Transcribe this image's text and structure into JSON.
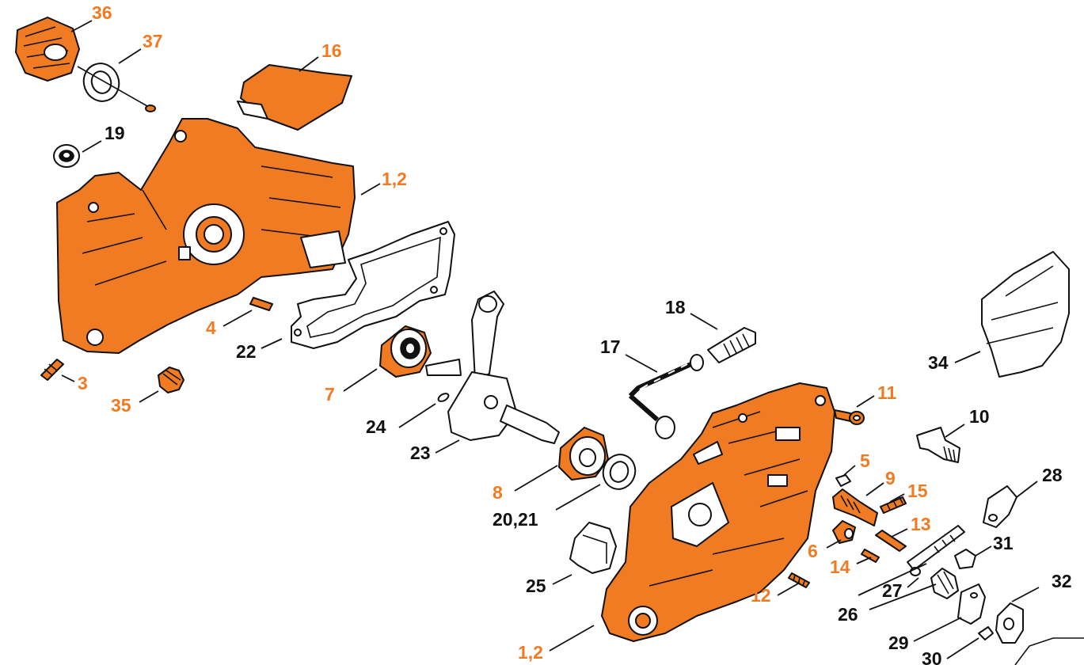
{
  "colors": {
    "accent": "#f07b22",
    "text": "#111111",
    "background": "#ffffff"
  },
  "labels": [
    {
      "id": "36",
      "text": "36",
      "color": "orange"
    },
    {
      "id": "37",
      "text": "37",
      "color": "orange"
    },
    {
      "id": "16",
      "text": "16",
      "color": "orange"
    },
    {
      "id": "19",
      "text": "19",
      "color": "black"
    },
    {
      "id": "1_2_top",
      "text": "1,2",
      "color": "orange"
    },
    {
      "id": "4",
      "text": "4",
      "color": "orange"
    },
    {
      "id": "22",
      "text": "22",
      "color": "black"
    },
    {
      "id": "3",
      "text": "3",
      "color": "orange"
    },
    {
      "id": "35",
      "text": "35",
      "color": "orange"
    },
    {
      "id": "7",
      "text": "7",
      "color": "orange"
    },
    {
      "id": "24",
      "text": "24",
      "color": "black"
    },
    {
      "id": "23",
      "text": "23",
      "color": "black"
    },
    {
      "id": "18",
      "text": "18",
      "color": "black"
    },
    {
      "id": "17",
      "text": "17",
      "color": "black"
    },
    {
      "id": "34",
      "text": "34",
      "color": "black"
    },
    {
      "id": "11",
      "text": "11",
      "color": "orange"
    },
    {
      "id": "10",
      "text": "10",
      "color": "black"
    },
    {
      "id": "5",
      "text": "5",
      "color": "orange"
    },
    {
      "id": "9",
      "text": "9",
      "color": "orange"
    },
    {
      "id": "15",
      "text": "15",
      "color": "orange"
    },
    {
      "id": "28",
      "text": "28",
      "color": "black"
    },
    {
      "id": "13",
      "text": "13",
      "color": "orange"
    },
    {
      "id": "8",
      "text": "8",
      "color": "orange"
    },
    {
      "id": "20_21",
      "text": "20,21",
      "color": "black"
    },
    {
      "id": "6",
      "text": "6",
      "color": "orange"
    },
    {
      "id": "31",
      "text": "31",
      "color": "black"
    },
    {
      "id": "14",
      "text": "14",
      "color": "orange"
    },
    {
      "id": "25",
      "text": "25",
      "color": "black"
    },
    {
      "id": "27",
      "text": "27",
      "color": "black"
    },
    {
      "id": "32",
      "text": "32",
      "color": "black"
    },
    {
      "id": "12",
      "text": "12",
      "color": "orange"
    },
    {
      "id": "26",
      "text": "26",
      "color": "black"
    },
    {
      "id": "29",
      "text": "29",
      "color": "black"
    },
    {
      "id": "1_2_bottom",
      "text": "1,2",
      "color": "orange"
    },
    {
      "id": "30",
      "text": "30",
      "color": "black"
    }
  ]
}
